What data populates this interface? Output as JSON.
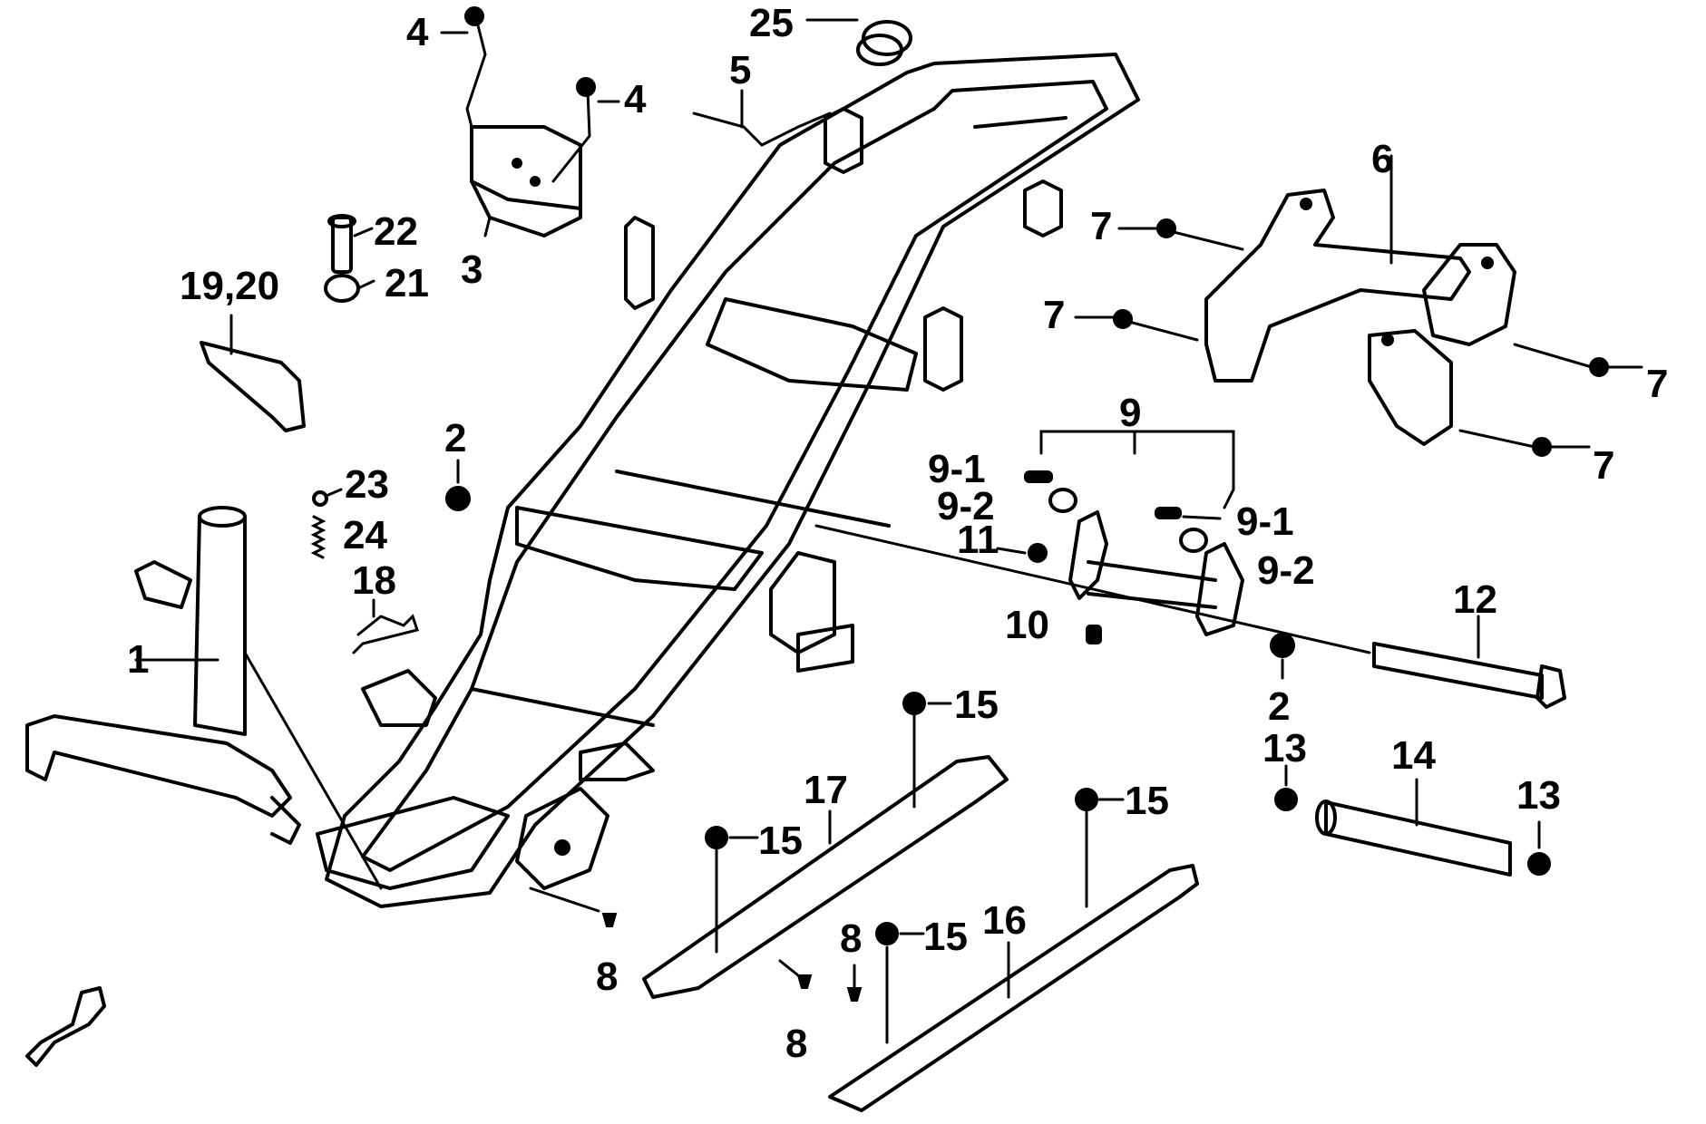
{
  "labels": {
    "l1": "1",
    "l2a": "2",
    "l2b": "2",
    "l3": "3",
    "l4a": "4",
    "l4b": "4",
    "l5": "5",
    "l6": "6",
    "l7a": "7",
    "l7b": "7",
    "l7c": "7",
    "l7d": "7",
    "l8a": "8",
    "l8b": "8",
    "l8c": "8",
    "l9": "9",
    "l9_1a": "9-1",
    "l9_1b": "9-1",
    "l9_2a": "9-2",
    "l9_2b": "9-2",
    "l10": "10",
    "l11": "11",
    "l12": "12",
    "l13a": "13",
    "l13b": "13",
    "l14": "14",
    "l15a": "15",
    "l15b": "15",
    "l15c": "15",
    "l15d": "15",
    "l16": "16",
    "l17": "17",
    "l18": "18",
    "l19_20": "19,20",
    "l21": "21",
    "l22": "22",
    "l23": "23",
    "l24": "24",
    "l25": "25"
  }
}
